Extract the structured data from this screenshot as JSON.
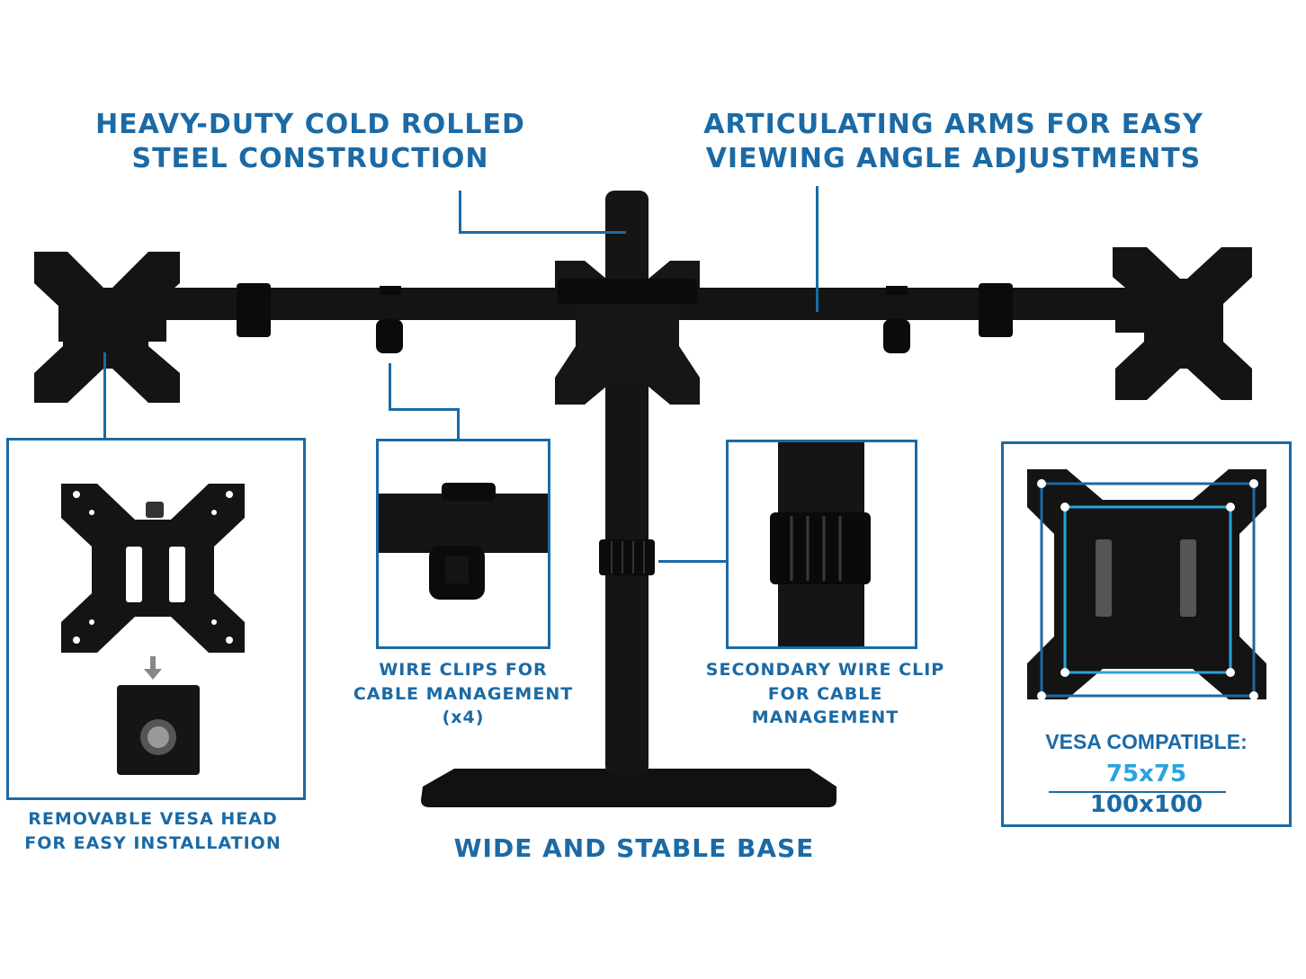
{
  "labels": {
    "steel": [
      "HEAVY-DUTY COLD ROLLED",
      "STEEL CONSTRUCTION"
    ],
    "arms": [
      "ARTICULATING ARMS FOR EASY",
      "VIEWING ANGLE ADJUSTMENTS"
    ],
    "vesa_head": [
      "REMOVABLE VESA HEAD",
      "FOR EASY INSTALLATION"
    ],
    "wire_clips": [
      "WIRE CLIPS FOR",
      "CABLE MANAGEMENT",
      "(x4)"
    ],
    "secondary_clip": [
      "SECONDARY WIRE CLIP",
      "FOR CABLE MANAGEMENT"
    ],
    "base": "WIDE AND STABLE BASE"
  },
  "vesa": {
    "title": "VESA COMPATIBLE:",
    "size_small": "75x75",
    "size_large": "100x100"
  },
  "colors": {
    "accent": "#1b6aa5",
    "light_accent": "#29a3dc",
    "product": "#111111"
  }
}
